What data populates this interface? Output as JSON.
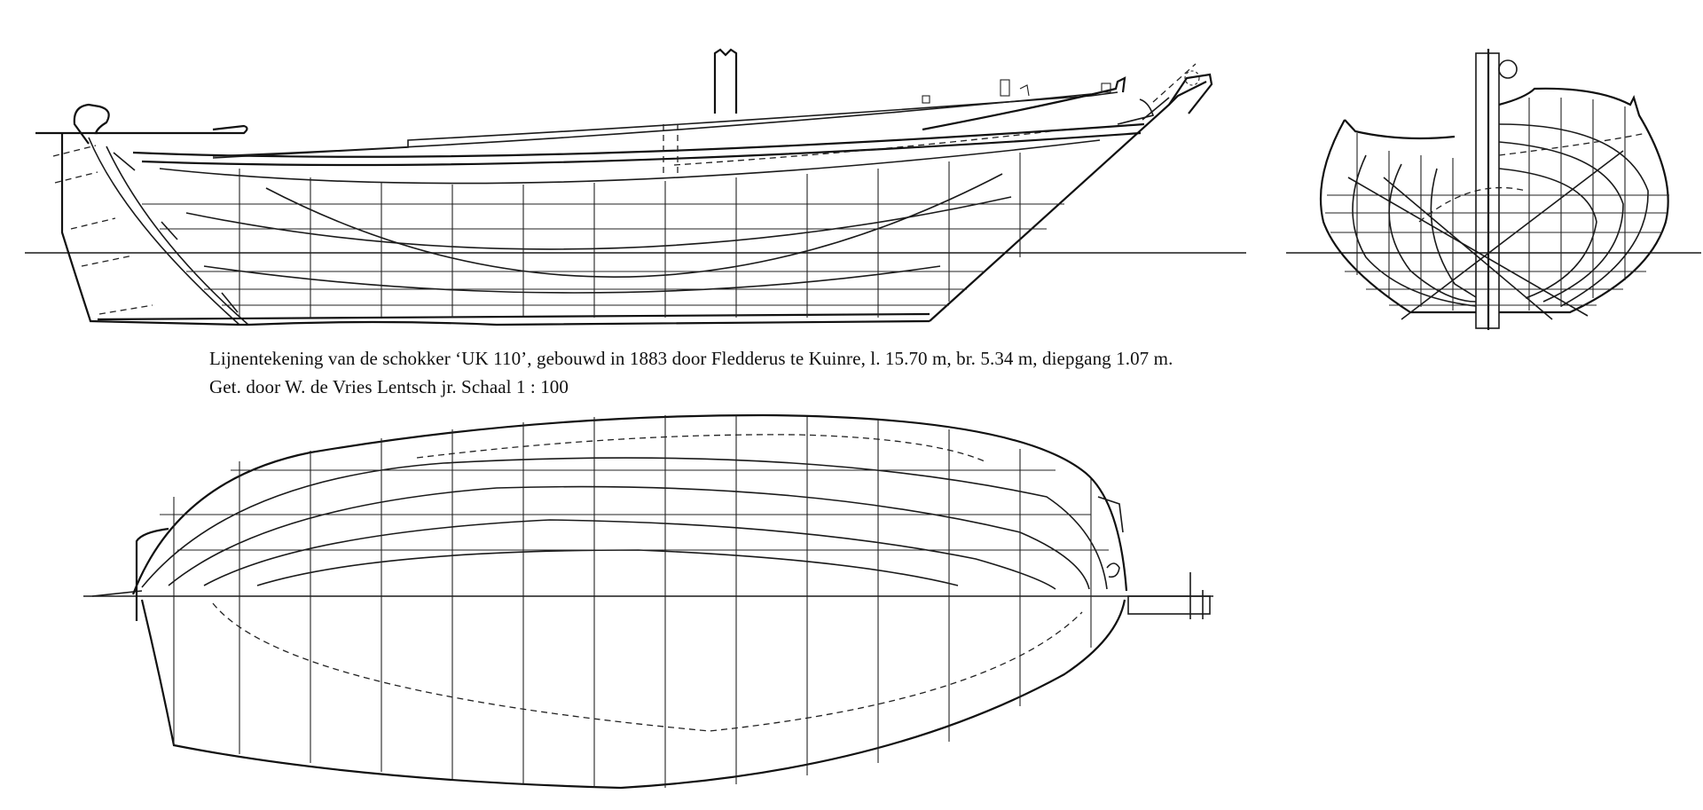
{
  "caption": {
    "line1": "Lijnentekening van de schokker ‘UK 110’, gebouwd in 1883 door Fledderus te Kuinre, l. 15.70 m, br. 5.34 m, diepgang 1.07 m.",
    "line2": "Get. door W. de Vries Lentsch jr. Schaal 1 : 100"
  },
  "views": {
    "profile": "sheer-plan",
    "body": "body-plan",
    "plan": "half-breadth-plan"
  }
}
